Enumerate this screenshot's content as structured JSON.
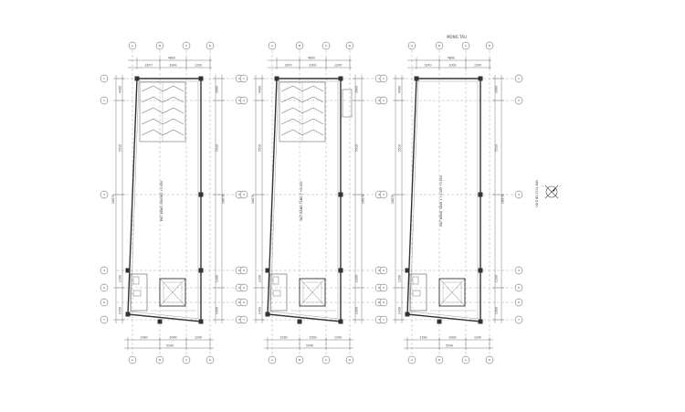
{
  "drawing": {
    "top_note": "MÓNG TÀU",
    "north_note": "HƯỚNG CỬA MÀI"
  },
  "plans": [
    {
      "name": "plan-1",
      "room_label": "MẶT BẰNG SÀN MÁI +5.800",
      "top_dims": [
        "1870",
        "2000",
        "1200"
      ],
      "top_total": "4800",
      "bottom_dims": [
        "2390",
        "2000",
        "1200"
      ],
      "bottom_total": "5540",
      "left_dims": [
        "4400",
        "5510",
        "1200",
        "1450"
      ],
      "left_total": "16670",
      "right_dims": [
        "3900",
        "5510",
        "1200",
        "1900"
      ],
      "right_total": "16670",
      "left_grids": [
        "1",
        "2",
        "3",
        "4",
        "5",
        "6",
        "7"
      ],
      "top_grids": [
        "A",
        "B",
        "C",
        "D"
      ],
      "stair": true,
      "extra_right": false
    },
    {
      "name": "plan-2",
      "room_label": "MẶT BẰNG TẦNG 1 +0.000",
      "top_dims": [
        "1870",
        "2000",
        "1200"
      ],
      "top_total": "4800",
      "bottom_dims": [
        "2390",
        "2000",
        "1200"
      ],
      "bottom_total": "5540",
      "left_dims": [
        "4400",
        "5510",
        "1200",
        "1450"
      ],
      "left_total": "16670",
      "right_dims": [
        "3900",
        "5510",
        "1200",
        "1900"
      ],
      "right_total": "16670",
      "left_grids": [
        "1",
        "2",
        "3",
        "4",
        "5",
        "6",
        "7"
      ],
      "top_grids": [
        "A",
        "B",
        "C",
        "D"
      ],
      "stair": true,
      "extra_right": true
    },
    {
      "name": "plan-3",
      "room_label": "MẶT BẰNG TẦNG 1 +4.000 +5.800",
      "top_dims": [
        "1870",
        "2000",
        "1200"
      ],
      "top_total": "4800",
      "bottom_dims": [
        "2390",
        "2000",
        "1200"
      ],
      "bottom_total": "5540",
      "left_dims": [
        "4400",
        "5510",
        "1200",
        "1450"
      ],
      "left_total": "16670",
      "right_dims": [
        "3900",
        "5510",
        "1200",
        "1900"
      ],
      "right_total": "16670",
      "left_grids": [
        "1",
        "2",
        "3",
        "4",
        "5",
        "6",
        "7"
      ],
      "top_grids": [
        "A",
        "B",
        "C",
        "D"
      ],
      "stair": false,
      "extra_right": false
    }
  ],
  "colors": {
    "line": "#555555",
    "light": "#9a9a9a",
    "column": "#333333",
    "background": "#ffffff"
  }
}
